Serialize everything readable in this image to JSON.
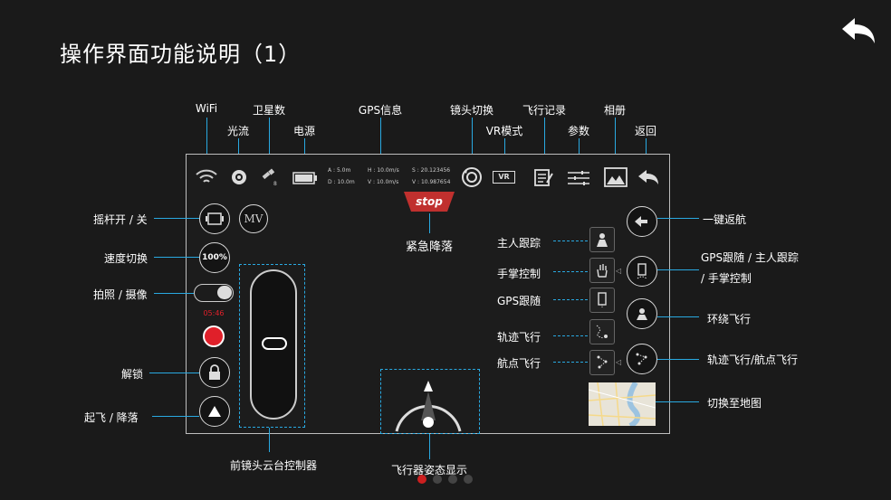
{
  "page": {
    "title": "操作界面功能说明（1）"
  },
  "top_labels": {
    "wifi": "WiFi",
    "optical_flow": "光流",
    "satellites": "卫星数",
    "power": "电源",
    "gps_info": "GPS信息",
    "camera_switch": "镜头切换",
    "vr_mode": "VR模式",
    "flight_record": "飞行记录",
    "params": "参数",
    "album": "相册",
    "back": "返回"
  },
  "status": {
    "a": "A : 5.0m",
    "d": "D : 10.0m",
    "h": "H : 10.0m/s",
    "v": "V : 10.0m/s",
    "s": "S : 20.123456",
    "v2": "V : 10.987654",
    "sat_count": "8",
    "vr_text": "VR"
  },
  "left_labels": {
    "joystick": "摇杆开 / 关",
    "speed": "速度切换",
    "photo_video": "拍照 / 摄像",
    "unlock": "解锁",
    "takeoff_land": "起飞 / 降落"
  },
  "screen": {
    "mv": "MV",
    "speed_value": "100%",
    "timer": "05:46",
    "stop": "stop"
  },
  "center_labels": {
    "emergency": "紧急降落",
    "gimbal": "前镜头云台控制器",
    "attitude": "飞行器姿态显示"
  },
  "mid_labels": {
    "owner_follow": "主人跟踪",
    "palm_control": "手掌控制",
    "gps_follow": "GPS跟随",
    "track_flight": "轨迹飞行",
    "waypoint": "航点飞行"
  },
  "right_labels": {
    "return_home": "一键返航",
    "gps_owner_palm_line1": "GPS跟随 / 主人跟踪",
    "gps_owner_palm_line2": "/ 手掌控制",
    "orbit": "环绕飞行",
    "track_waypoint": "轨迹飞行/航点飞行",
    "map_switch": "切换至地图"
  },
  "pagination": {
    "count": 4,
    "active": 0
  },
  "colors": {
    "accent": "#29a9e1",
    "record": "#e0202a",
    "stop": "#c0302e",
    "page_active": "#cc1f1f"
  }
}
